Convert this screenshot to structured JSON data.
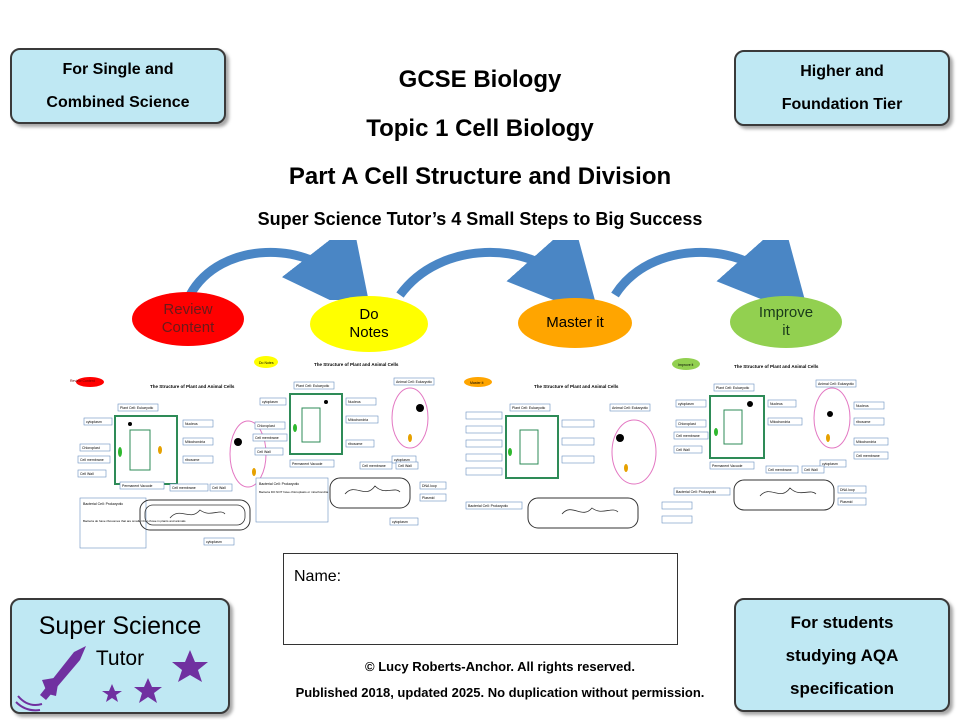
{
  "corners": {
    "top_left": [
      "For Single and",
      "Combined Science"
    ],
    "top_right": [
      "Higher and",
      "Foundation Tier"
    ],
    "bottom_right": [
      "For students",
      "studying AQA",
      "specification"
    ]
  },
  "header": {
    "course": "GCSE Biology",
    "topic": "Topic 1 Cell Biology",
    "part": "Part A Cell Structure and Division",
    "tagline": "Super Science Tutor’s 4 Small Steps to Big Success"
  },
  "steps": [
    {
      "label": "Review Content",
      "color": "#ff0000",
      "text_color": "#6b1a1a"
    },
    {
      "label": "Do Notes",
      "color": "#ffff00",
      "text_color": "#000000"
    },
    {
      "label": "Master it",
      "color": "#ffa500",
      "text_color": "#000000"
    },
    {
      "label": "Improve it",
      "color": "#92d050",
      "text_color": "#1a3a1a"
    }
  ],
  "arrow_color": "#4a86c5",
  "name_box": {
    "label": "Name:"
  },
  "footer": {
    "copyright": "© Lucy Roberts-Anchor. All rights reserved.",
    "published": "Published 2018, updated 2025. No duplication without permission."
  },
  "logo": {
    "line1": "Super Science",
    "line2": "Tutor",
    "star_color": "#7030a0"
  },
  "thumbnails": {
    "title": "The Structure of Plant and Animal Cells",
    "steps": [
      "Review Content",
      "Do Notes",
      "Master it",
      "Improve it"
    ],
    "labels": {
      "plant_cell": "Plant Cell: Eukaryotic",
      "animal_cell": "Animal Cell: Eukaryotic",
      "bacterial_cell": "Bacterial Cell: Prokaryotic",
      "nucleus": "Nucleus",
      "mitochondria": "Mitochondria",
      "ribosome": "ribosome",
      "cytoplasm": "cytoplasm",
      "chloroplast": "Chloroplast",
      "cell_membrane": "Cell membrane",
      "cell_wall": "Cell Wall",
      "permanent_vacuole": "Permanent Vacuole",
      "dna_loop": "DNA loop",
      "plasmid": "Plasmid",
      "bacteria_note": "Bacteria DO NOT have chloroplasts or mitochondria",
      "ribosome_note": "Bacteria do have ribosomes that are smaller than those in plants and animals"
    }
  }
}
